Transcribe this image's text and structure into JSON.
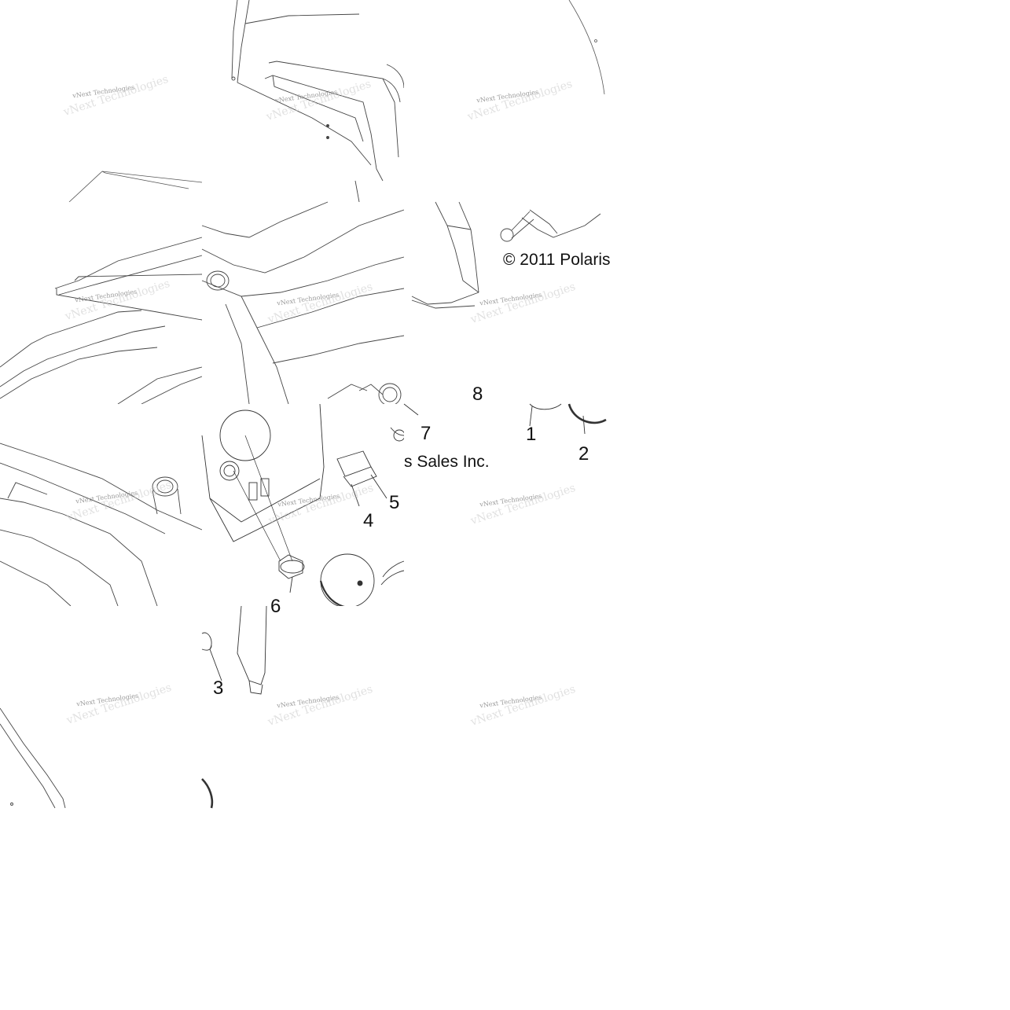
{
  "copyright_part1": "© 2011 Polaris",
  "copyright_part2": "s Sales Inc.",
  "watermark": "vNext Technologies",
  "watermark_ghost": "vNext Technologies",
  "callouts": {
    "c1": "1",
    "c2": "2",
    "c3": "3",
    "c4": "4",
    "c5": "5",
    "c6": "6",
    "c7": "7",
    "c8": "8"
  },
  "line_color": "#333333"
}
